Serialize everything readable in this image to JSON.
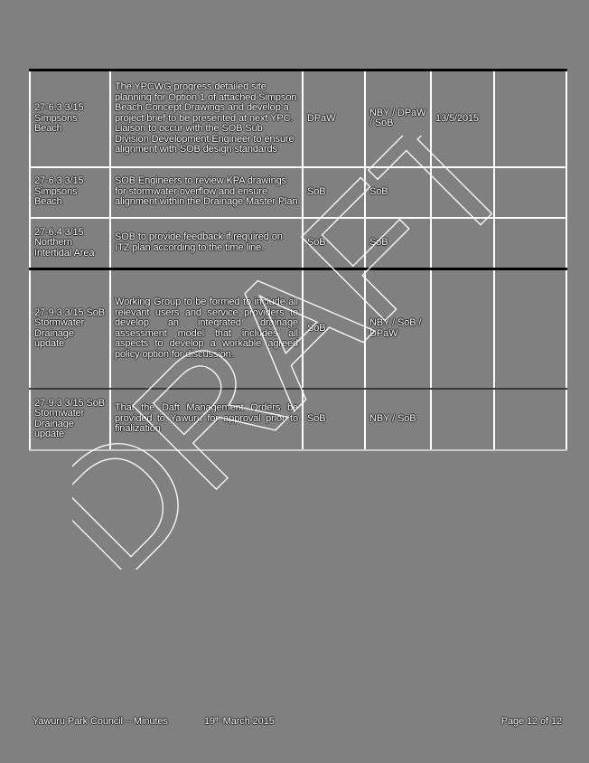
{
  "document": {
    "background_color": "#808080",
    "watermark": "DRAFT"
  },
  "table": {
    "rows": [
      {
        "item": "27-6.3 3/15 Simpsons Beach",
        "action": "The YPCWG progress detailed site planning for Option 1 of attached Simpson Beach Concept Drawings and develop a project brief to be presented at next YPC. Liaison to occur with the SOB Sub Division Development Engineer to ensure alignment with SOB design standards",
        "responsible": "DPaW",
        "involved": "NBY / DPaW / SoB",
        "due": "13/5/2015",
        "status": ""
      },
      {
        "item": "27-6.3 3/15 Simpsons Beach",
        "action": "SOB Engineers to review KPA drawings for stormwater overflow and ensure alignment within the Drainage Master Plan",
        "responsible": "SoB",
        "involved": "SoB",
        "due": "",
        "status": ""
      },
      {
        "item": "27-6.4 3/15 Northern Intertidal Area",
        "action": "SOB to provide feedback if required on ITZ plan according to the time line.",
        "responsible": "SoB",
        "involved": "SoB",
        "due": "",
        "status": ""
      },
      {
        "item": "27-9.3 3/15 SoB Stormwater Drainage update",
        "action": "Working Group to be formed to include all relevant users and service providers to develop an integrated drainage assessment model that includes all aspects to develop a workable agreed policy option for discussion.",
        "responsible": "SoB",
        "involved": "NBY / SoB / DPaW",
        "due": "",
        "status": ""
      },
      {
        "item": "27-9.3 3/15 SoB Stormwater Drainage update",
        "action": "That the Daft Management Orders be provided to Yawuru for approval prior to finalization",
        "responsible": "SoB",
        "involved": "NBY / SoB",
        "due": "",
        "status": ""
      }
    ]
  },
  "footer": {
    "title": "Yawuru Park Council – Minutes",
    "date_day": "19",
    "date_suffix": "th",
    "date_rest": " March 2015",
    "page": "Page 12 of 12"
  }
}
